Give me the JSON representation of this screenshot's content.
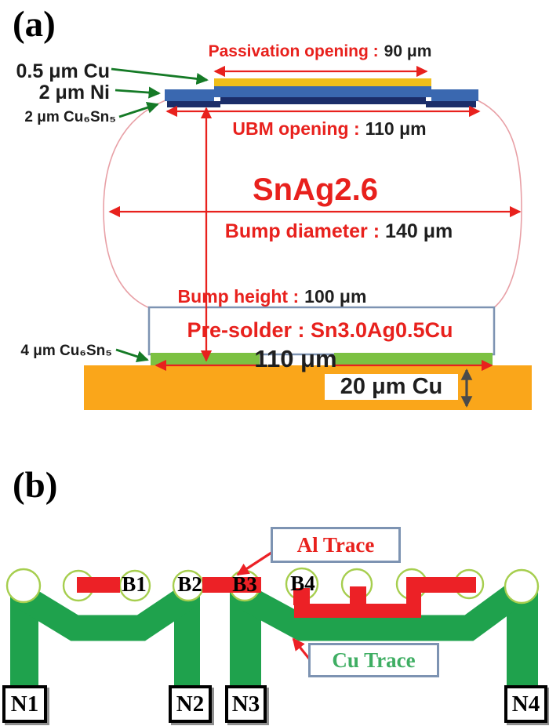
{
  "panel_a": {
    "tag": "(a)",
    "layers": {
      "cu": "0.5 μm Cu",
      "ni": "2 μm Ni",
      "cusn_top": "2 μm Cu₆Sn₅",
      "cusn_bottom": "4 μm Cu₆Sn₅"
    },
    "dims": {
      "passivation_label": "Passivation opening :",
      "passivation_value": "90 μm",
      "ubm_label": "UBM opening :",
      "ubm_value": "110 μm",
      "diameter_label": "Bump diameter :",
      "diameter_value": "140 μm",
      "height_label": "Bump height :",
      "height_value": "100 μm"
    },
    "alloy": "SnAg2.6",
    "presolder": "Pre-solder : Sn3.0Ag0.5Cu",
    "pad_width": "110 μm",
    "cu_pad": "20 μm Cu"
  },
  "panel_b": {
    "tag": "(b)",
    "bumps": [
      "B1",
      "B2",
      "B3",
      "B4"
    ],
    "nodes": [
      "N1",
      "N2",
      "N3",
      "N4"
    ],
    "al_trace_label": "Al Trace",
    "cu_trace_label": "Cu Trace"
  },
  "colors": {
    "annotation_red": "#e8211d",
    "trace_red": "#ec2126",
    "trace_green": "#1fa24d",
    "pad_circle_outline": "#a6ce4e",
    "cusn_green": "#7cc142",
    "cu_orange": "#faa61a",
    "cu_yellow": "#efbe1b",
    "ni_blue": "#3a68b0",
    "cusn_navy": "#1b2d69",
    "box_border_slate": "#7d93b2",
    "label_arrow_green": "#157a26",
    "bump_outline_pink": "#e8a0a6",
    "thickness_arrow_gray": "#4a4a4a",
    "text_dark": "#1f1f1f"
  }
}
